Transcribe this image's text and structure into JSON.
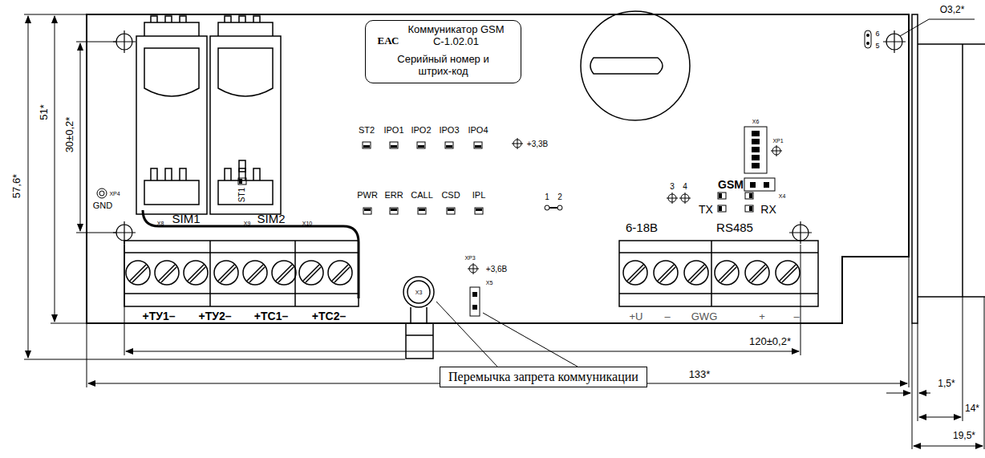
{
  "diagram": {
    "nodes": [
      {
        "text": [
          "ЕАС",
          "Коммуникатор GSM С-1.02.01",
          "Серийный номер и штрих-код"
        ]
      },
      {
        "text": [
          "Перемычка запрета коммуникации"
        ]
      }
    ],
    "labels": [
      "О3,2*",
      "57,6*",
      "51*",
      "30±0,2*",
      "XP4",
      "GND",
      "ST1",
      "ST2",
      "IPO1",
      "IPO2",
      "IPO3",
      "IPO4",
      "+3,3В",
      "PWR",
      "ERR",
      "CALL",
      "CSD",
      "IPL",
      "1",
      "2",
      "3",
      "4",
      "6",
      "5",
      "X6",
      "XP1",
      "GSM",
      "X4",
      "TX",
      "RX",
      "6-18В",
      "RS485",
      "X8",
      "SIM1",
      "X9",
      "SIM2",
      "X10",
      "XP3",
      "+3,6В",
      "X3",
      "X5",
      "+ТУ1–",
      "+ТУ2–",
      "+ТС1–",
      "+ТС2–",
      "+U",
      "–",
      "GWG",
      "+",
      "–",
      "120±0,2*",
      "133*",
      "1,5*",
      "14*",
      "19,5*"
    ]
  }
}
